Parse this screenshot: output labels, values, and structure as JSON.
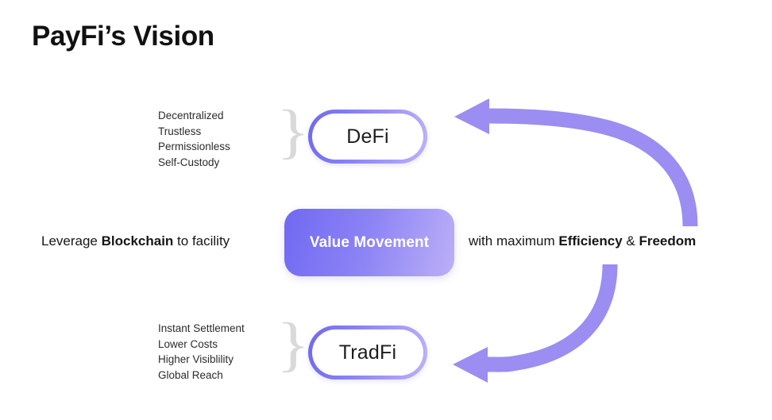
{
  "page": {
    "title": "PayFi’s Vision",
    "background": "#ffffff"
  },
  "colors": {
    "accent_purple_dark": "#6f68ef",
    "accent_purple_light": "#bdb2f7",
    "arrow_purple": "#9b8df1",
    "brace_gray": "#d9d9d9",
    "text_dark": "#161616"
  },
  "defi": {
    "label": "DeFi",
    "features": [
      "Decentralized",
      "Trustless",
      "Permissionless",
      "Self-Custody"
    ],
    "brace": "}"
  },
  "tradfi": {
    "label": "TradFi",
    "features": [
      "Instant Settlement",
      "Lower Costs",
      "Higher Visiblility",
      "Global Reach"
    ],
    "brace": "}"
  },
  "center": {
    "label": "Value Movement"
  },
  "left_sentence": {
    "part1": "Leverage ",
    "bold1": "Blockchain",
    "part2": " to facility"
  },
  "right_sentence": {
    "part1": "with maximum ",
    "bold1": "Efficiency",
    "part2": " & ",
    "bold2": "Freedom"
  },
  "arrows": [
    {
      "name": "arrow-to-defi",
      "direction": "left",
      "description": "curved arrow from right side sweeping up-left into DeFi"
    },
    {
      "name": "arrow-to-tradfi",
      "direction": "left",
      "description": "curved arrow from right side sweeping down-left into TradFi"
    }
  ]
}
